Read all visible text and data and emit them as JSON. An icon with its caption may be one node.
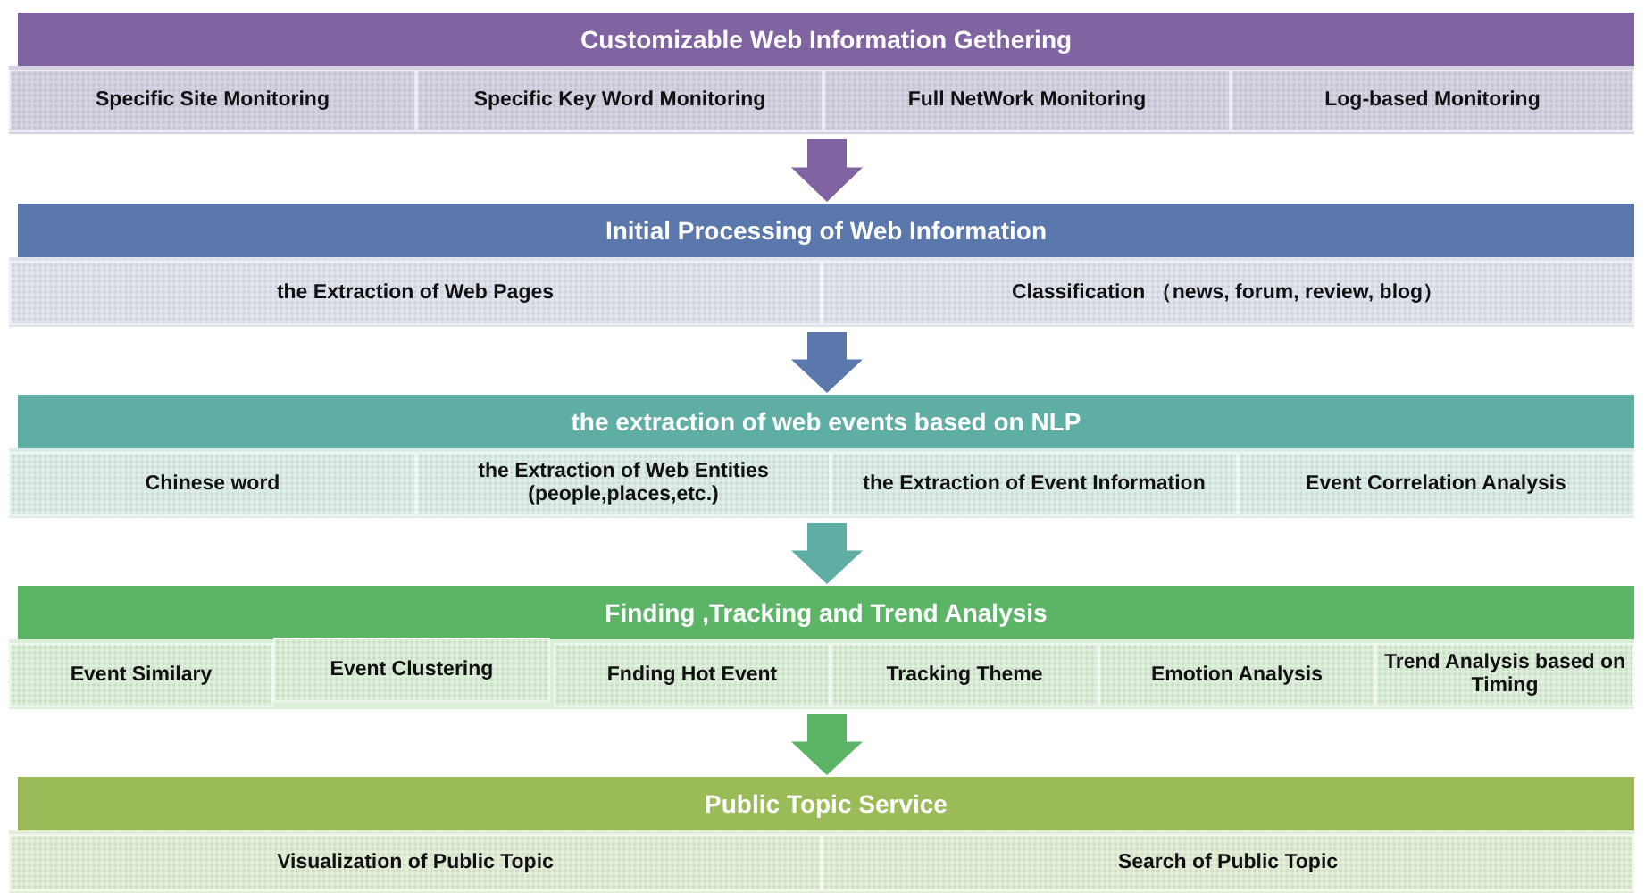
{
  "diagram": {
    "nodes": [
      {
        "text": [
          "Customizable Web Information Gethering"
        ]
      },
      {
        "text": [
          "Specific Site Monitoring"
        ],
        "in": 0
      },
      {
        "text": [
          "Specific Key Word Monitoring"
        ],
        "in": 0
      },
      {
        "text": [
          "Full NetWork Monitoring"
        ],
        "in": 0
      },
      {
        "text": [
          "Log-based Monitoring"
        ],
        "in": 0
      },
      {
        "text": [
          "Initial Processing of Web Information"
        ]
      },
      {
        "text": [
          "the Extraction of Web Pages"
        ],
        "in": 5
      },
      {
        "text": [
          "Classification （news, forum, review, blog）"
        ],
        "in": 5
      },
      {
        "text": [
          "the extraction of web events based on NLP"
        ]
      },
      {
        "text": [
          "Chinese word"
        ],
        "in": 8
      },
      {
        "text": [
          "the Extraction of Web Entities (people,places,etc.)"
        ],
        "in": 8
      },
      {
        "text": [
          "the Extraction of Event Information"
        ],
        "in": 8
      },
      {
        "text": [
          "Event Correlation Analysis"
        ],
        "in": 8
      },
      {
        "text": [
          "Finding ,Tracking and Trend Analysis"
        ]
      },
      {
        "text": [
          "Event Similary"
        ],
        "in": 13
      },
      {
        "text": [
          "Event Clustering"
        ],
        "in": 13
      },
      {
        "text": [
          "Fnding Hot Event"
        ],
        "in": 13
      },
      {
        "text": [
          "Tracking Theme"
        ],
        "in": 13
      },
      {
        "text": [
          "Emotion Analysis"
        ],
        "in": 13
      },
      {
        "text": [
          "Trend Analysis based on Timing"
        ],
        "in": 13
      },
      {
        "text": [
          "Public Topic Service"
        ]
      },
      {
        "text": [
          "Visualization of Public Topic"
        ],
        "in": 20
      },
      {
        "text": [
          "Search of Public Topic"
        ],
        "in": 20
      }
    ],
    "edges": [
      {
        "from": 0,
        "to": 5,
        "arrow": "to",
        "style": "thick",
        "color": "#8064a2"
      },
      {
        "from": 5,
        "to": 8,
        "arrow": "to",
        "style": "thick",
        "color": "#5a78ab"
      },
      {
        "from": 8,
        "to": 13,
        "arrow": "to",
        "style": "thick",
        "color": "#5eaea4"
      },
      {
        "from": 13,
        "to": 20,
        "arrow": "to",
        "style": "thick",
        "color": "#5cb466"
      }
    ]
  }
}
